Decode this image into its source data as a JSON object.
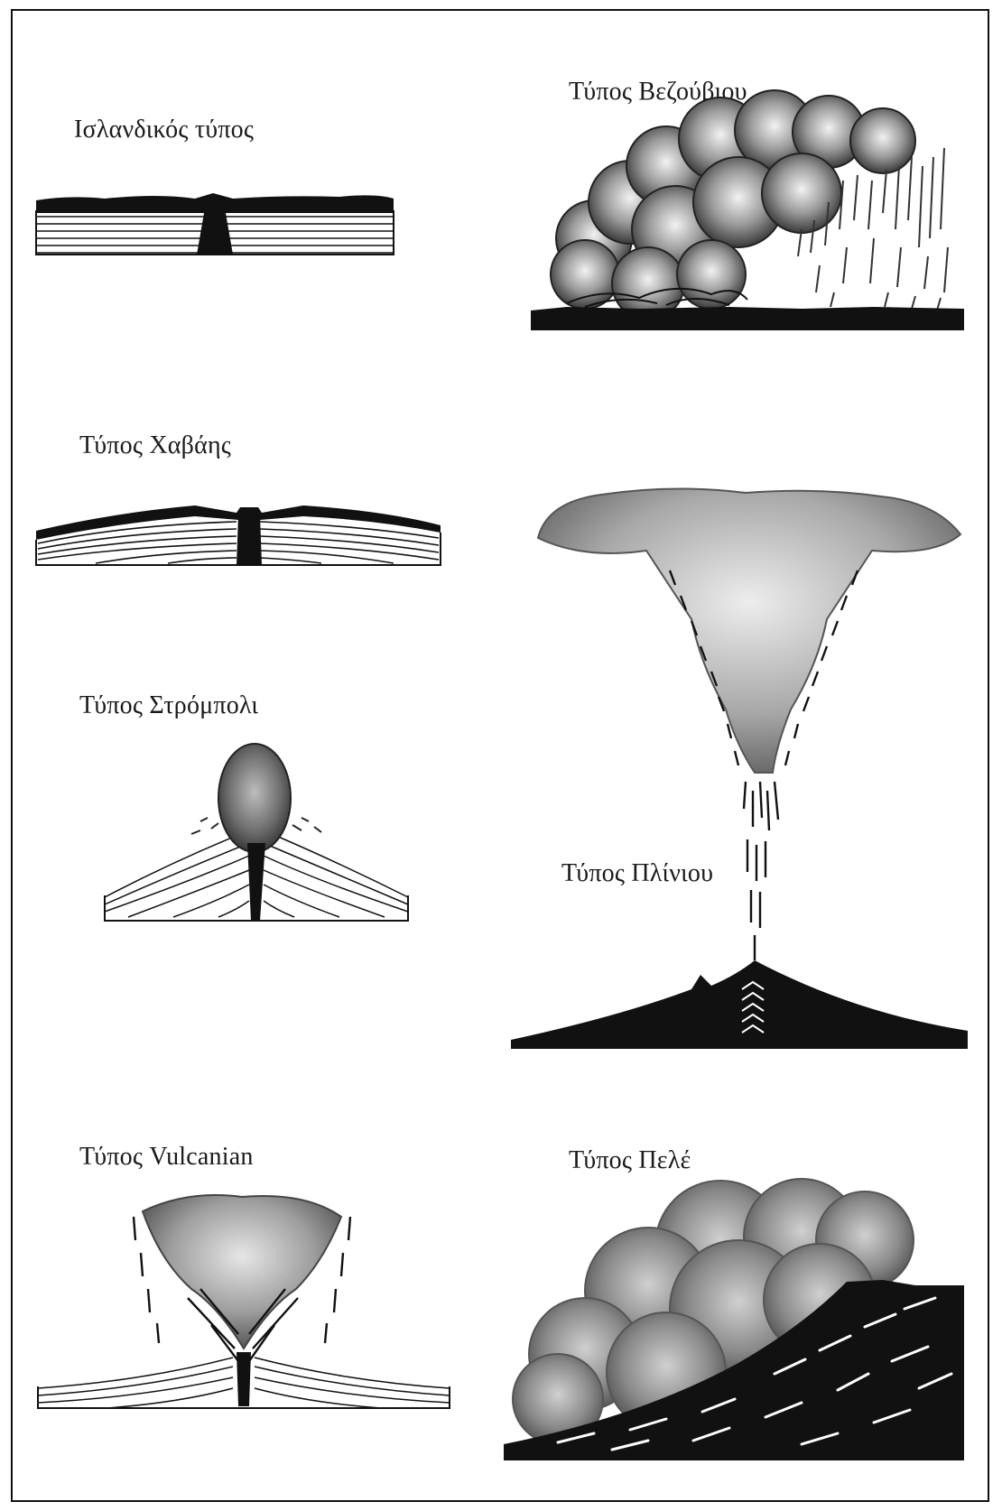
{
  "figure": {
    "panels": [
      {
        "id": "icelandic",
        "label": "Ισλανδικός τύπος"
      },
      {
        "id": "vesuvian",
        "label": "Τύπος Βεζούβιου"
      },
      {
        "id": "hawaiian",
        "label": "Τύπος Χαβάης"
      },
      {
        "id": "strombolian",
        "label": "Τύπος Στρόμπολι"
      },
      {
        "id": "plinian",
        "label": "Τύπος Πλίνιου"
      },
      {
        "id": "vulcanian",
        "label": "Τύπος Vulcanian"
      },
      {
        "id": "pelean",
        "label": "Τύπος Πελέ"
      }
    ]
  },
  "colors": {
    "ink": "#111111",
    "ash_light": "#c8c8c8",
    "ash_mid": "#8c8c8c",
    "ash_dark": "#4a4a4a"
  }
}
